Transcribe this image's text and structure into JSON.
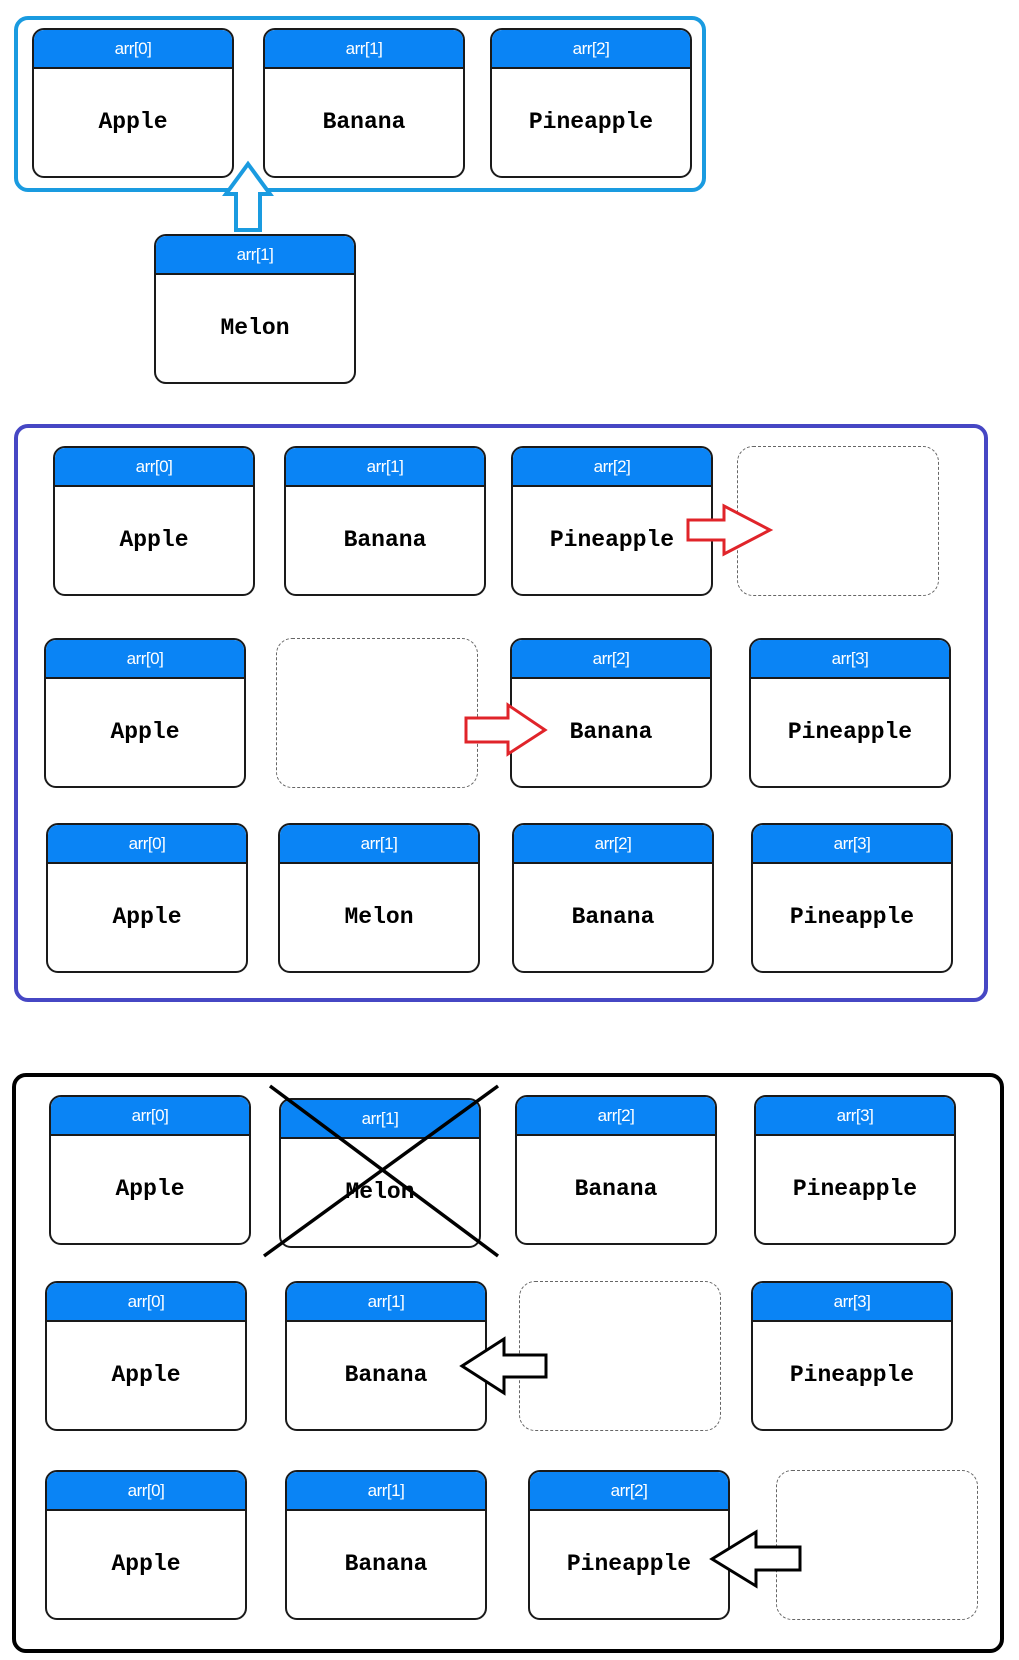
{
  "panels": [
    {
      "rows": [
        {
          "cards": [
            {
              "index": "arr[0]",
              "value": "Apple"
            },
            {
              "index": "arr[1]",
              "value": "Banana"
            },
            {
              "index": "arr[2]",
              "value": "Pineapple"
            }
          ]
        },
        {
          "cards": [
            {
              "index": "arr[1]",
              "value": "Melon"
            }
          ]
        }
      ]
    },
    {
      "rows": [
        {
          "cards": [
            {
              "index": "arr[0]",
              "value": "Apple"
            },
            {
              "index": "arr[1]",
              "value": "Banana"
            },
            {
              "index": "arr[2]",
              "value": "Pineapple"
            }
          ]
        },
        {
          "cards": [
            {
              "index": "arr[0]",
              "value": "Apple"
            },
            {
              "index": "arr[2]",
              "value": "Banana"
            },
            {
              "index": "arr[3]",
              "value": "Pineapple"
            }
          ]
        },
        {
          "cards": [
            {
              "index": "arr[0]",
              "value": "Apple"
            },
            {
              "index": "arr[1]",
              "value": "Melon"
            },
            {
              "index": "arr[2]",
              "value": "Banana"
            },
            {
              "index": "arr[3]",
              "value": "Pineapple"
            }
          ]
        }
      ]
    },
    {
      "rows": [
        {
          "cards": [
            {
              "index": "arr[0]",
              "value": "Apple"
            },
            {
              "index": "arr[1]",
              "value": "Melon"
            },
            {
              "index": "arr[2]",
              "value": "Banana"
            },
            {
              "index": "arr[3]",
              "value": "Pineapple"
            }
          ]
        },
        {
          "cards": [
            {
              "index": "arr[0]",
              "value": "Apple"
            },
            {
              "index": "arr[1]",
              "value": "Banana"
            },
            {
              "index": "arr[3]",
              "value": "Pineapple"
            }
          ]
        },
        {
          "cards": [
            {
              "index": "arr[0]",
              "value": "Apple"
            },
            {
              "index": "arr[1]",
              "value": "Banana"
            },
            {
              "index": "arr[2]",
              "value": "Pineapple"
            }
          ]
        }
      ]
    }
  ],
  "colors": {
    "card_header": "#0a84f5",
    "insert_panel_border": "#1a9be0",
    "shift_panel_border": "#4647c4",
    "delete_panel_border": "#000000",
    "insert_arrow": "#1a9be0",
    "shift_right_arrow": "#e0242a",
    "shift_left_arrow": "#000000"
  },
  "icons": [
    "arrow-up-icon",
    "arrow-right-icon",
    "arrow-left-icon",
    "cross-out-icon"
  ]
}
